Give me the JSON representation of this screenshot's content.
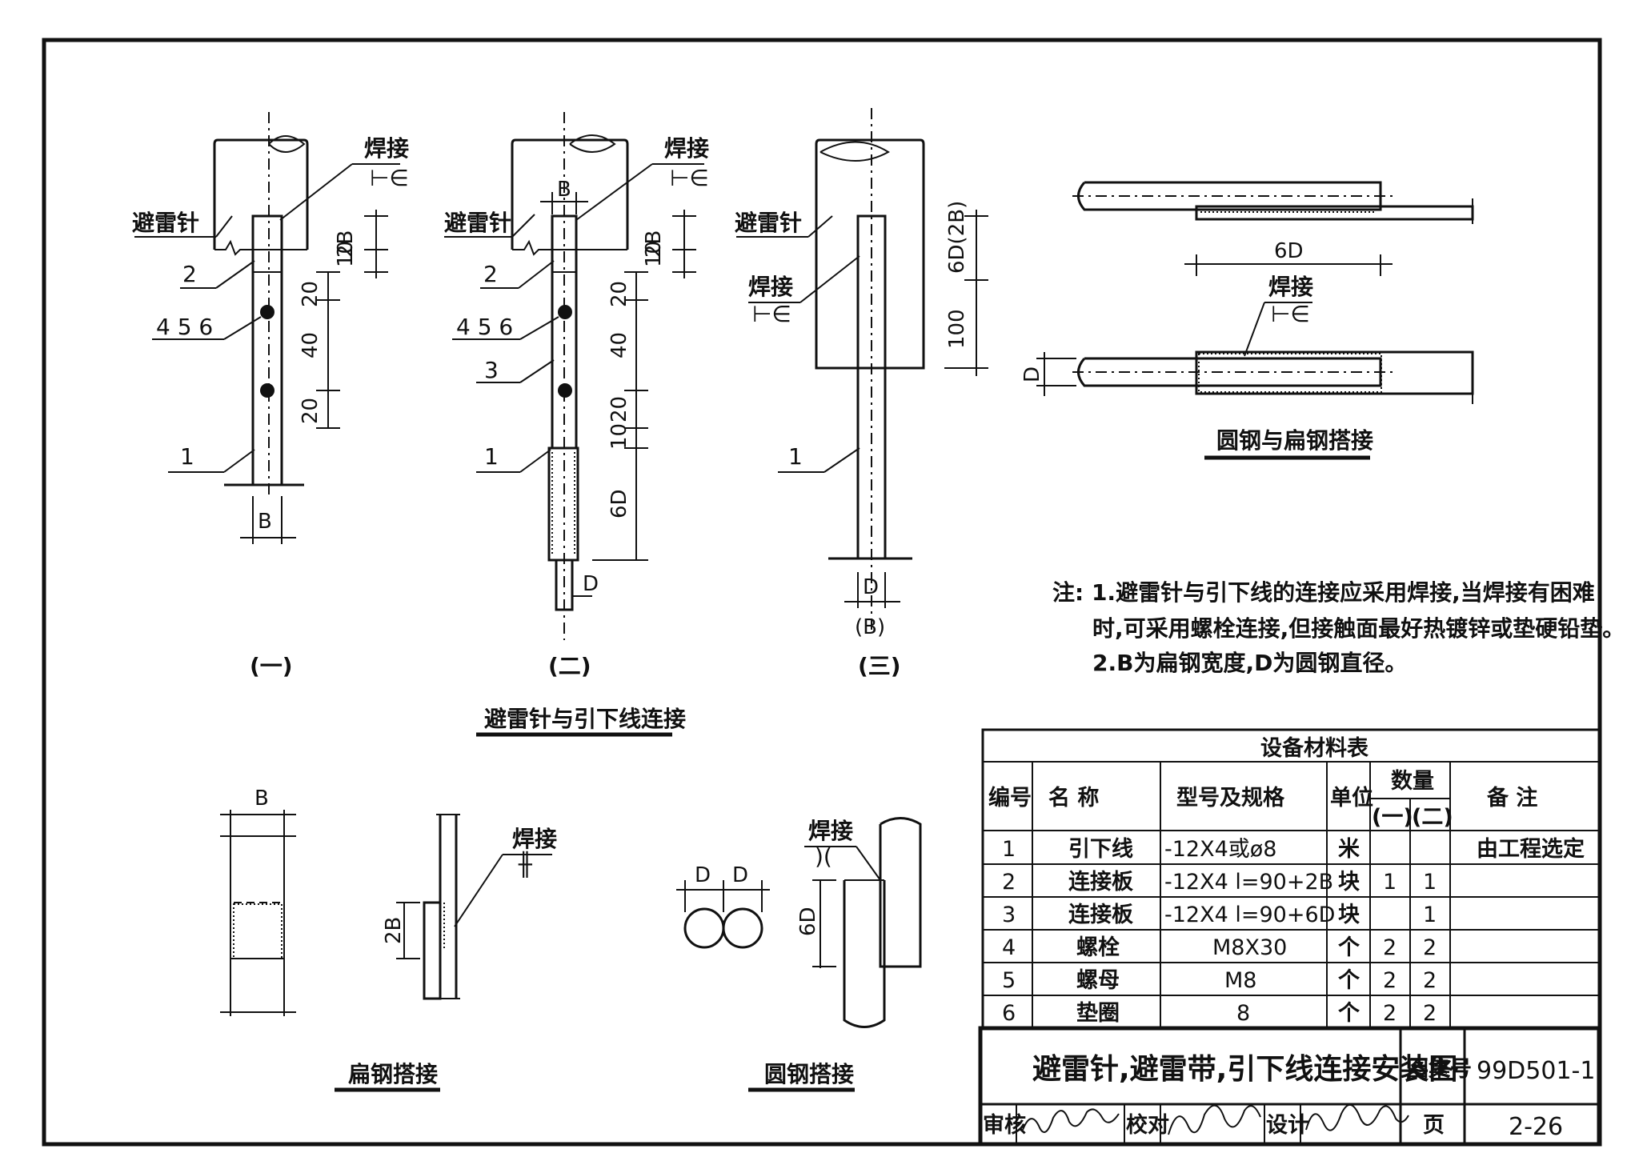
{
  "labels": {
    "weld": "焊接",
    "lightning_rod": "避雷针",
    "fig1": "(一)",
    "fig2": "(二)",
    "fig3": "(三)",
    "main_caption": "避雷针与引下线连接",
    "round_flat_caption": "圆钢与扁钢搭接",
    "flat_caption": "扁钢搭接",
    "round_caption": "圆钢搭接"
  },
  "dims": {
    "B": "B",
    "B_paren": "(B)",
    "D": "D",
    "d_2B": "2B",
    "d_10": "10",
    "d_20": "20",
    "d_40": "40",
    "d_6D": "6D",
    "d_6D_2B": "6D(2B)",
    "d_100": "100"
  },
  "part_numbers": {
    "p1": "1",
    "p2": "2",
    "p3": "3",
    "p456": "4 5 6"
  },
  "notes": {
    "line1": "注: 1.避雷针与引下线的连接应采用焊接,当焊接有困难",
    "line2": "时,可采用螺栓连接,但接触面最好热镀锌或垫硬铅垫。",
    "line3": "2.B为扁钢宽度,D为圆钢直径。"
  },
  "table": {
    "title": "设备材料表",
    "headers": {
      "no": "编号",
      "name": "名  称",
      "spec": "型号及规格",
      "unit": "单位",
      "qty": "数量",
      "q1": "(一)",
      "q2": "(二)",
      "remark": "备  注"
    },
    "rows": [
      {
        "no": "1",
        "name": "引下线",
        "spec": "-12X4或ø8",
        "unit": "米",
        "q1": "",
        "q2": "",
        "remark": "由工程选定"
      },
      {
        "no": "2",
        "name": "连接板",
        "spec": "-12X4  l=90+2B",
        "unit": "块",
        "q1": "1",
        "q2": "1",
        "remark": ""
      },
      {
        "no": "3",
        "name": "连接板",
        "spec": "-12X4  l=90+6D",
        "unit": "块",
        "q1": "",
        "q2": "1",
        "remark": ""
      },
      {
        "no": "4",
        "name": "螺栓",
        "spec": "M8X30",
        "unit": "个",
        "q1": "2",
        "q2": "2",
        "remark": ""
      },
      {
        "no": "5",
        "name": "螺母",
        "spec": "M8",
        "unit": "个",
        "q1": "2",
        "q2": "2",
        "remark": ""
      },
      {
        "no": "6",
        "name": "垫圈",
        "spec": "8",
        "unit": "个",
        "q1": "2",
        "q2": "2",
        "remark": ""
      }
    ]
  },
  "title_block": {
    "title": "避雷针,避雷带,引下线连接安装图",
    "atlas_label": "图集号",
    "atlas_no": "99D501-1",
    "review": "审核",
    "check": "校对",
    "design": "设计",
    "page_label": "页",
    "page_no": "2-26"
  }
}
